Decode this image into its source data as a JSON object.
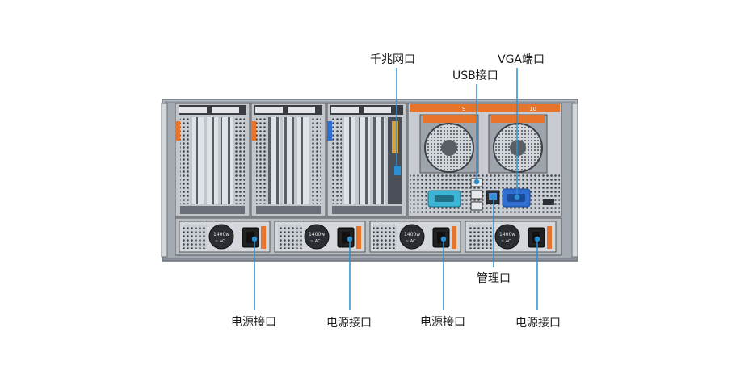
{
  "labels": {
    "gigabit_port": "千兆网口",
    "usb_port": "USB接口",
    "vga_port": "VGA端口",
    "management_port": "管理口",
    "power_port_1": "电源接口",
    "power_port_2": "电源接口",
    "power_port_3": "电源接口",
    "power_port_4": "电源接口"
  },
  "psu_rating": "1400w",
  "psu_ac": "~ AC",
  "bay_numbers": [
    "9",
    "10"
  ],
  "colors": {
    "chassis": "#9aa1aa",
    "chassis_dark": "#4a4f57",
    "callout_line": "#2b8fd0",
    "accent_orange": "#e8742a",
    "vga_blue": "#2f6fd1",
    "serial_cyan": "#3bb4d6",
    "psu_black": "#222222"
  }
}
